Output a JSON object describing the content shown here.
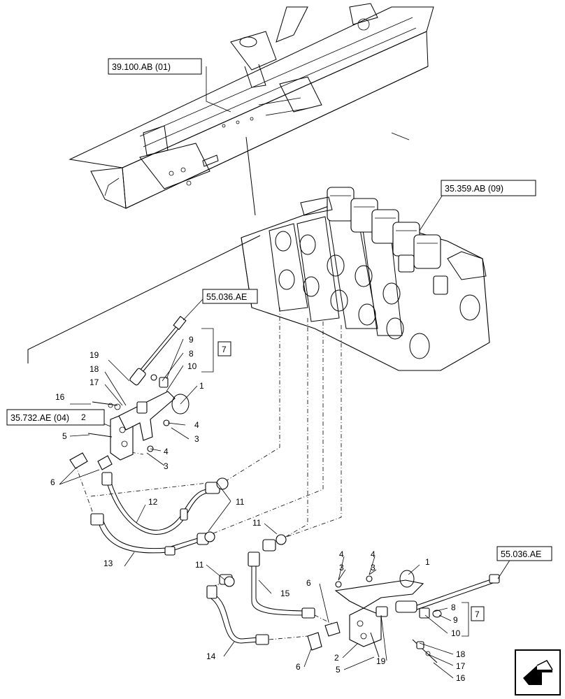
{
  "references": {
    "frame": "39.100.AB (01)",
    "valve_bank": "35.359.AB (09)",
    "harness_top": "55.036.AE",
    "bracket_ref": "35.732.AE (04)",
    "harness_bottom": "55.036.AE"
  },
  "kit_label": "7",
  "kit_label_2": "7",
  "callouts_upper": {
    "c19": "19",
    "c18": "18",
    "c17": "17",
    "c16": "16",
    "c2": "2",
    "c5": "5",
    "c6": "6",
    "c9": "9",
    "c8": "8",
    "c10": "10",
    "c1": "1",
    "c4a": "4",
    "c3a": "3",
    "c4b": "4",
    "c3b": "3",
    "c12": "12",
    "c11": "11",
    "c13": "13"
  },
  "callouts_lower": {
    "c11a": "11",
    "c11b": "11",
    "c15": "15",
    "c14": "14",
    "c6a": "6",
    "c6b": "6",
    "c4a": "4",
    "c3a": "3",
    "c4b": "4",
    "c3b": "3",
    "c1": "1",
    "c8": "8",
    "c9": "9",
    "c10": "10",
    "c2": "2",
    "c5": "5",
    "c19": "19",
    "c18": "18",
    "c17": "17",
    "c16": "16"
  },
  "icons": {
    "nav": "next-page-arrow-icon"
  }
}
